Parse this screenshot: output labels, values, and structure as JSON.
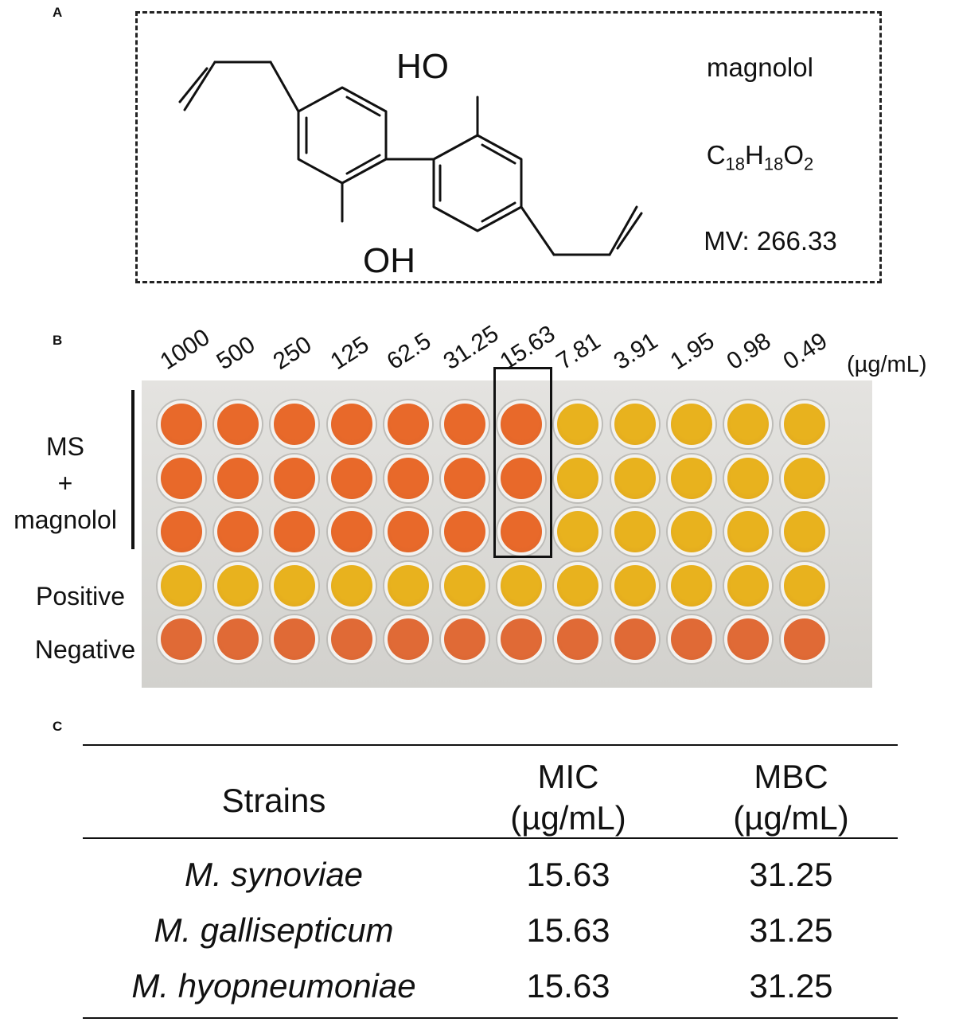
{
  "panel_labels": {
    "a": "A",
    "b": "B",
    "c": "C"
  },
  "compound": {
    "name": "magnolol",
    "formula_parts": [
      "C",
      "18",
      "H",
      "18",
      "O",
      "2"
    ],
    "mv": "MV: 266.33",
    "hydroxyl_top": "HO",
    "hydroxyl_bottom": "OH"
  },
  "plate": {
    "concentrations": [
      "1000",
      "500",
      "250",
      "125",
      "62.5",
      "31.25",
      "15.63",
      "7.81",
      "3.91",
      "1.95",
      "0.98",
      "0.49"
    ],
    "unit": "(µg/mL)",
    "row_labels": {
      "ms_line1": "MS",
      "ms_line2": "+",
      "ms_line3": "magnolol",
      "positive": "Positive",
      "negative": "Negative"
    },
    "well_colors": {
      "orange": "#e8692a",
      "yellow": "#e8b21e",
      "neg_orange": "#e06a36"
    },
    "rows": [
      [
        "orange",
        "orange",
        "orange",
        "orange",
        "orange",
        "orange",
        "orange",
        "yellow",
        "yellow",
        "yellow",
        "yellow",
        "yellow"
      ],
      [
        "orange",
        "orange",
        "orange",
        "orange",
        "orange",
        "orange",
        "orange",
        "yellow",
        "yellow",
        "yellow",
        "yellow",
        "yellow"
      ],
      [
        "orange",
        "orange",
        "orange",
        "orange",
        "orange",
        "orange",
        "orange",
        "yellow",
        "yellow",
        "yellow",
        "yellow",
        "yellow"
      ],
      [
        "yellow",
        "yellow",
        "yellow",
        "yellow",
        "yellow",
        "yellow",
        "yellow",
        "yellow",
        "yellow",
        "yellow",
        "yellow",
        "yellow"
      ],
      [
        "neg_orange",
        "neg_orange",
        "neg_orange",
        "neg_orange",
        "neg_orange",
        "neg_orange",
        "neg_orange",
        "neg_orange",
        "neg_orange",
        "neg_orange",
        "neg_orange",
        "neg_orange"
      ]
    ]
  },
  "table": {
    "header_strains": "Strains",
    "header_mic_1": "MIC",
    "header_mic_2": "(µg/mL)",
    "header_mbc_1": "MBC",
    "header_mbc_2": "(µg/mL)",
    "rows": [
      {
        "strain": "M. synoviae",
        "mic": "15.63",
        "mbc": "31.25"
      },
      {
        "strain": "M. gallisepticum",
        "mic": "15.63",
        "mbc": "31.25"
      },
      {
        "strain": "M. hyopneumoniae",
        "mic": "15.63",
        "mbc": "31.25"
      }
    ]
  }
}
